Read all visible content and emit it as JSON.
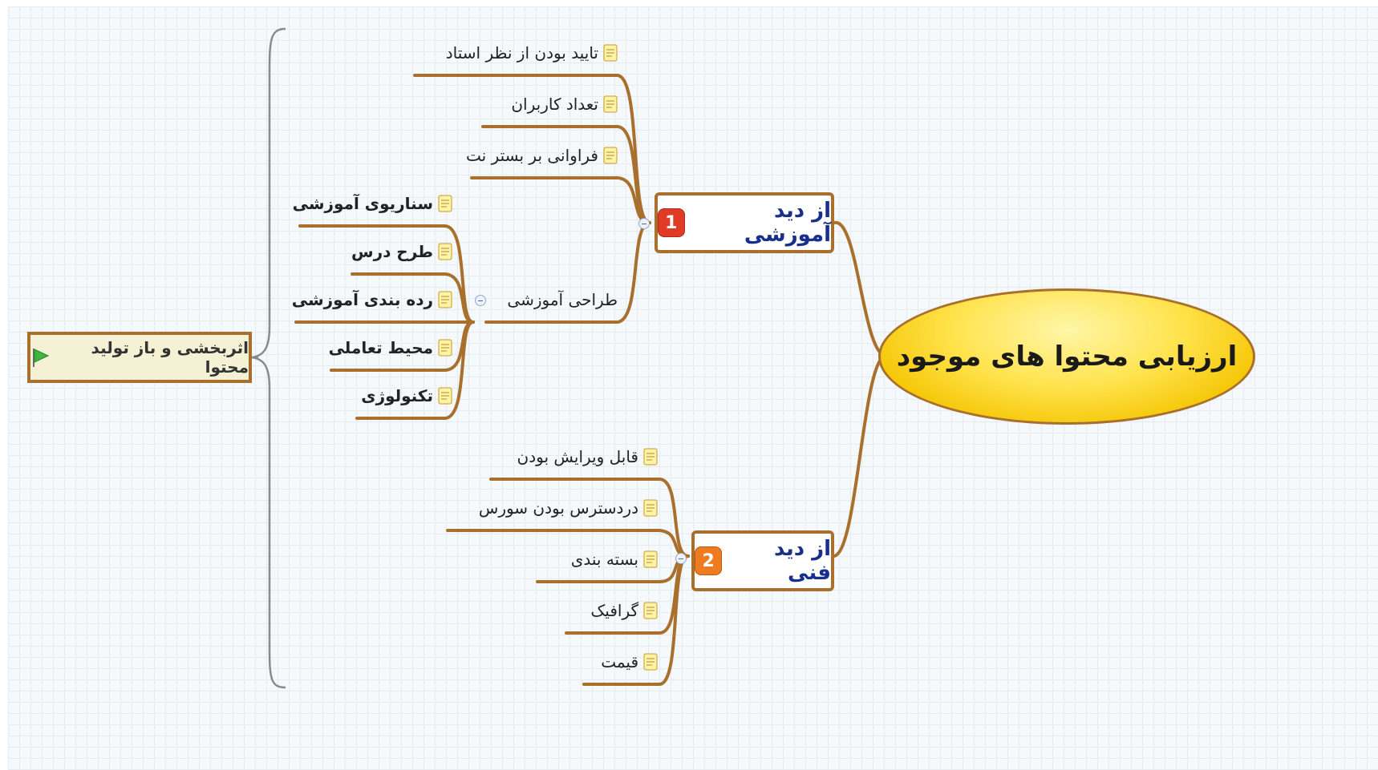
{
  "colors": {
    "connector": "#a8702c",
    "brace": "#8a8a8a",
    "main_text": "#1a2f8c",
    "badge_1": "#e03b25",
    "badge_2": "#f07a1e"
  },
  "icons": {
    "note": "note-icon",
    "flag": "green-flag-icon",
    "toggle": "collapse-toggle-icon"
  },
  "central_topic": "ارزیابی محتوا های موجود",
  "branches": [
    {
      "title": "از دید آموزشی",
      "priority": "1",
      "children": [
        "تایید بودن از نظر استاد",
        "تعداد  کاربران",
        "فراوانی بر بستر نت"
      ],
      "sub_branch": {
        "title": "طراحی آموزشی",
        "children": [
          "سناریوی آموزشی",
          "طرح درس",
          "رده بندی آموزشی",
          "محیط تعاملی",
          "تکنولوژی"
        ]
      }
    },
    {
      "title": "از دید فنی",
      "priority": "2",
      "children": [
        "قابل ویرایش بودن",
        "دردسترس بودن سورس",
        "بسته بندی",
        "گرافیک",
        "قیمت"
      ]
    }
  ],
  "summary": "اثربخشی و باز تولید محتوا"
}
